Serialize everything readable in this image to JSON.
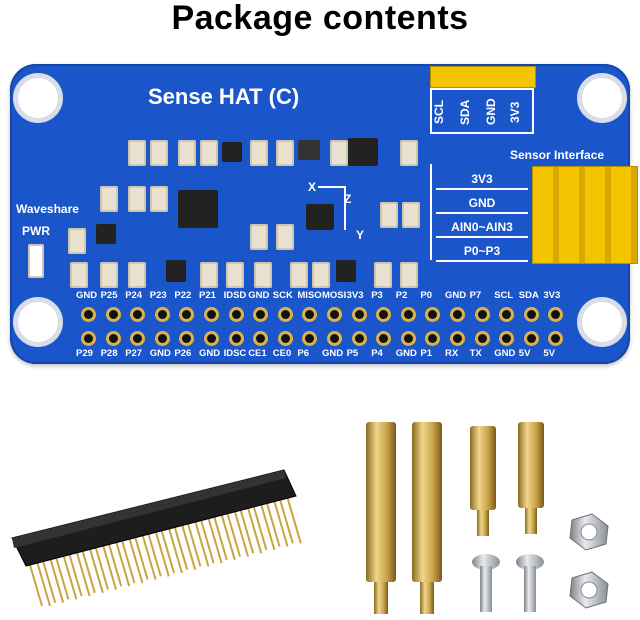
{
  "heading": "Package contents",
  "board": {
    "name": "Sense HAT (C)",
    "brand": "Waveshare",
    "pwr_label": "PWR",
    "i2c_labels": [
      "SCL",
      "SDA",
      "GND",
      "3V3"
    ],
    "sensor_interface_title": "Sensor Interface",
    "sensor_interface_rows": [
      "3V3",
      "GND",
      "AIN0~AIN3",
      "P0~P3"
    ],
    "axis_labels": [
      "X",
      "Z",
      "Y"
    ],
    "top_pin_labels": [
      "GND",
      "P25",
      "P24",
      "P23",
      "P22",
      "P21",
      "IDSD",
      "GND",
      "SCK",
      "MISO",
      "MOSI",
      "3V3",
      "P3",
      "P2",
      "P0",
      "GND",
      "P7",
      "SCL",
      "SDA",
      "3V3"
    ],
    "bottom_pin_labels": [
      "P29",
      "P28",
      "P27",
      "GND",
      "P26",
      "GND",
      "IDSC",
      "CE1",
      "CE0",
      "P6",
      "GND",
      "P5",
      "P4",
      "GND",
      "P1",
      "RX",
      "TX",
      "GND",
      "5V",
      "5V"
    ]
  },
  "colors": {
    "pcb": "#1a56c9",
    "header_gold": "#d9b24a",
    "yellow_pins": "#f5c400",
    "brass": "#c8a24a",
    "steel": "#b8bcc2"
  },
  "items": [
    "pcb-board",
    "pin-header-2x20",
    "brass-standoffs",
    "screws",
    "hex-nuts"
  ]
}
